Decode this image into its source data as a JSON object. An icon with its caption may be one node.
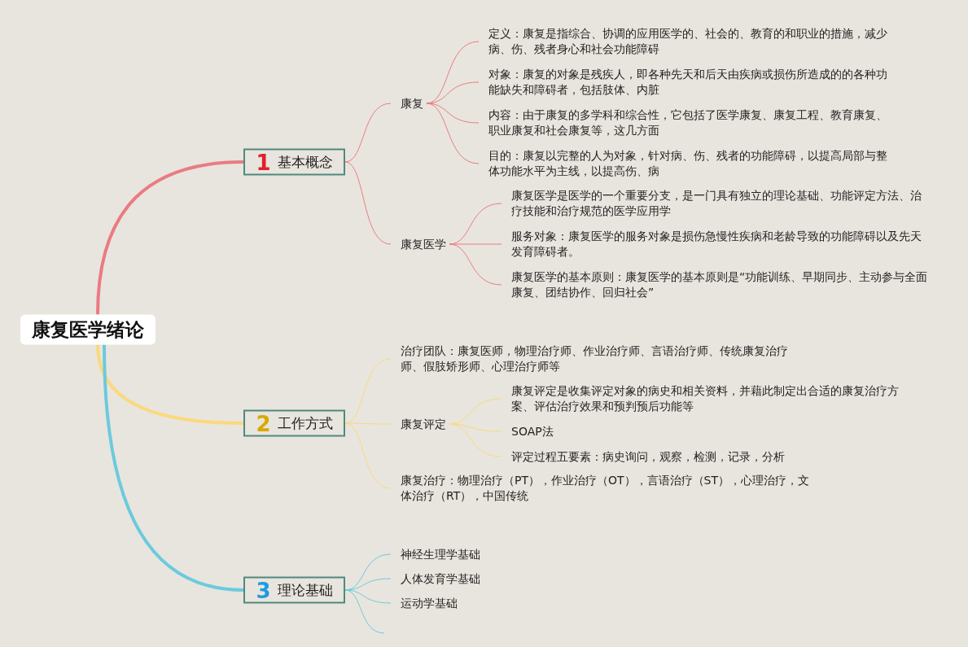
{
  "diagram": {
    "nodes": [
      {
        "text": [
          "康复医学绪论"
        ]
      },
      {
        "text": [
          "1",
          "基本概念"
        ]
      },
      {
        "text": [
          "康复"
        ]
      },
      {
        "text": [
          "定义：康复是指综合、协调的应用医学的、社会的、教育的和职业的措施，减少病、伤、残者身心和社会功能障碍"
        ]
      },
      {
        "text": [
          "对象：康复的对象是残疾人，即各种先天和后天由疾病或损伤所造成的的各种功能缺失和障碍者，包括肢体、内脏"
        ]
      },
      {
        "text": [
          "内容：由于康复的多学科和综合性，它包括了医学康复、康复工程、教育康复、职业康复和社会康复等，这几方面"
        ]
      },
      {
        "text": [
          "目的：康复以完整的人为对象，针对病、伤、残者的功能障碍，以提高局部与整体功能水平为主线，以提高伤、病"
        ]
      },
      {
        "text": [
          "康复医学"
        ]
      },
      {
        "text": [
          "康复医学是医学的一个重要分支，是一门具有独立的理论基础、功能评定方法、治疗技能和治疗规范的医学应用学"
        ]
      },
      {
        "text": [
          "服务对象：康复医学的服务对象是损伤急慢性疾病和老龄导致的功能障碍以及先天发育障碍者。"
        ]
      },
      {
        "text": [
          "康复医学的基本原则：康复医学的基本原则是“功能训练、早期同步、主动参与全面康复、团结协作、回归社会”"
        ]
      },
      {
        "text": [
          "2",
          "工作方式"
        ]
      },
      {
        "text": [
          "治疗团队：康复医师，物理治疗师、作业治疗师、言语治疗师、传统康复治疗师、假肢矫形师、心理治疗师等"
        ]
      },
      {
        "text": [
          "康复评定"
        ]
      },
      {
        "text": [
          "康复评定是收集评定对象的病史和相关资料，并藉此制定出合适的康复治疗方案、评估治疗效果和预判预后功能等"
        ]
      },
      {
        "text": [
          "SOAP法"
        ]
      },
      {
        "text": [
          "评定过程五要素：病史询问，观察，检测，记录，分析"
        ]
      },
      {
        "text": [
          "康复治疗：物理治疗（PT），作业治疗（OT），言语治疗（ST），心理治疗，文体治疗（RT），中国传统"
        ]
      },
      {
        "text": [
          "3",
          "理论基础"
        ]
      },
      {
        "text": [
          "神经生理学基础"
        ]
      },
      {
        "text": [
          "人体发育学基础"
        ]
      },
      {
        "text": [
          "运动学基础"
        ]
      }
    ],
    "edges": [
      {
        "from": 0,
        "to": 1,
        "arrow": "none",
        "style": "thick",
        "color": "#ea7b82"
      },
      {
        "from": 1,
        "to": 2,
        "arrow": "none",
        "color": "#ea7b82"
      },
      {
        "from": 2,
        "to": 3,
        "arrow": "none",
        "color": "#ea7b82"
      },
      {
        "from": 2,
        "to": 4,
        "arrow": "none",
        "color": "#ea7b82"
      },
      {
        "from": 2,
        "to": 5,
        "arrow": "none",
        "color": "#ea7b82"
      },
      {
        "from": 2,
        "to": 6,
        "arrow": "none",
        "color": "#ea7b82"
      },
      {
        "from": 1,
        "to": 7,
        "arrow": "none",
        "color": "#ea7b82"
      },
      {
        "from": 7,
        "to": 8,
        "arrow": "none",
        "color": "#ea7b82"
      },
      {
        "from": 7,
        "to": 9,
        "arrow": "none",
        "color": "#ea7b82"
      },
      {
        "from": 7,
        "to": 10,
        "arrow": "none",
        "color": "#ea7b82"
      },
      {
        "from": 0,
        "to": 11,
        "arrow": "none",
        "style": "thick",
        "color": "#fad97c"
      },
      {
        "from": 11,
        "to": 12,
        "arrow": "none",
        "color": "#fad97c"
      },
      {
        "from": 11,
        "to": 13,
        "arrow": "none",
        "color": "#fad97c"
      },
      {
        "from": 13,
        "to": 14,
        "arrow": "none",
        "color": "#fad97c"
      },
      {
        "from": 13,
        "to": 15,
        "arrow": "none",
        "color": "#fad97c"
      },
      {
        "from": 13,
        "to": 16,
        "arrow": "none",
        "color": "#fad97c"
      },
      {
        "from": 11,
        "to": 17,
        "arrow": "none",
        "color": "#fad97c"
      },
      {
        "from": 0,
        "to": 18,
        "arrow": "none",
        "style": "thick",
        "color": "#6ccadd"
      },
      {
        "from": 18,
        "to": 19,
        "arrow": "none",
        "color": "#6ccadd"
      },
      {
        "from": 18,
        "to": 20,
        "arrow": "none",
        "color": "#6ccadd"
      },
      {
        "from": 18,
        "to": 21,
        "arrow": "none",
        "color": "#6ccadd"
      },
      {
        "from": 18,
        "to": null,
        "arrow": "none",
        "color": "#6ccadd"
      }
    ]
  }
}
